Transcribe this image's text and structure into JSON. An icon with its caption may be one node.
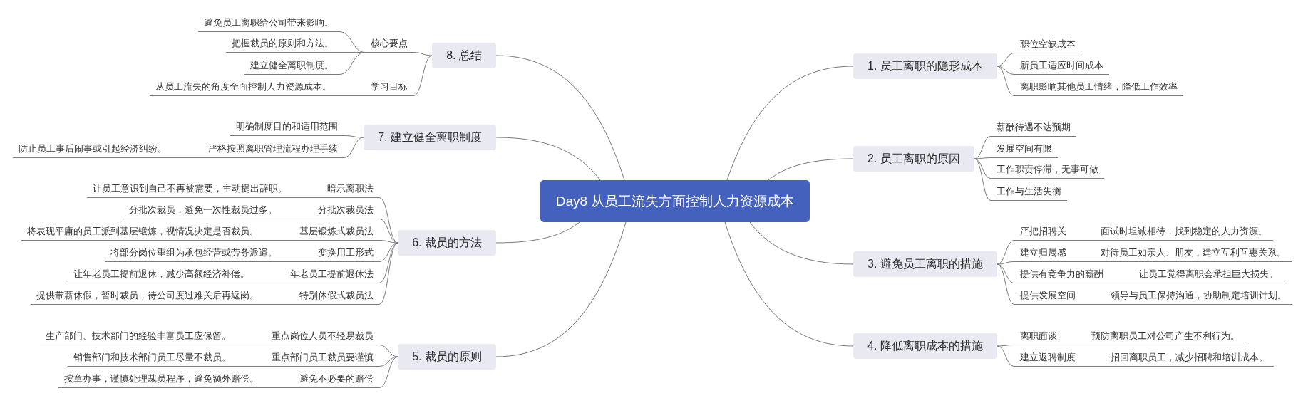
{
  "diagram": {
    "nodes": [
      {
        "text": [
          "Day8 从员工流失方面控制人力资源成本"
        ]
      },
      {
        "text": [
          "1. 员工离职的隐形成本"
        ]
      },
      {
        "text": [
          "职位空缺成本"
        ]
      },
      {
        "text": [
          "新员工适应时间成本"
        ]
      },
      {
        "text": [
          "离职影响其他员工情绪，降低工作效率"
        ]
      },
      {
        "text": [
          "2. 员工离职的原因"
        ]
      },
      {
        "text": [
          "薪酬待遇不达预期"
        ]
      },
      {
        "text": [
          "发展空间有限"
        ]
      },
      {
        "text": [
          "工作职责停滞，无事可做"
        ]
      },
      {
        "text": [
          "工作与生活失衡"
        ]
      },
      {
        "text": [
          "3. 避免员工离职的措施"
        ]
      },
      {
        "text": [
          "严把招聘关"
        ]
      },
      {
        "text": [
          "面试时坦诚相待，找到稳定的人力资源。"
        ]
      },
      {
        "text": [
          "建立归属感"
        ]
      },
      {
        "text": [
          "对待员工如亲人、朋友，建立互利互惠关系。"
        ]
      },
      {
        "text": [
          "提供有竞争力的薪酬"
        ]
      },
      {
        "text": [
          "让员工觉得离职会承担巨大损失。"
        ]
      },
      {
        "text": [
          "提供发展空间"
        ]
      },
      {
        "text": [
          "领导与员工保持沟通，协助制定培训计划。"
        ]
      },
      {
        "text": [
          "4. 降低离职成本的措施"
        ]
      },
      {
        "text": [
          "离职面谈"
        ]
      },
      {
        "text": [
          "预防离职员工对公司产生不利行为。"
        ]
      },
      {
        "text": [
          "建立返聘制度"
        ]
      },
      {
        "text": [
          "招回离职员工，减少招聘和培训成本。"
        ]
      },
      {
        "text": [
          "5. 裁员的原则"
        ]
      },
      {
        "text": [
          "重点岗位人员不轻易裁员"
        ]
      },
      {
        "text": [
          "生产部门、技术部门的经验丰富员工应保留。"
        ]
      },
      {
        "text": [
          "重点部门员工裁员要谨慎"
        ]
      },
      {
        "text": [
          "销售部门和技术部门员工尽量不裁员。"
        ]
      },
      {
        "text": [
          "避免不必要的赔偿"
        ]
      },
      {
        "text": [
          "按章办事，谨慎处理裁员程序，避免额外赔偿。"
        ]
      },
      {
        "text": [
          "6. 裁员的方法"
        ]
      },
      {
        "text": [
          "暗示离职法"
        ]
      },
      {
        "text": [
          "让员工意识到自己不再被需要，主动提出辞职。"
        ]
      },
      {
        "text": [
          "分批次裁员法"
        ]
      },
      {
        "text": [
          "分批次裁员，避免一次性裁员过多。"
        ]
      },
      {
        "text": [
          "基层锻炼式裁员法"
        ]
      },
      {
        "text": [
          "将表现平庸的员工派到基层锻炼，视情况决定是否裁员。"
        ]
      },
      {
        "text": [
          "变换用工形式"
        ]
      },
      {
        "text": [
          "将部分岗位重组为承包经营或劳务派遣。"
        ]
      },
      {
        "text": [
          "年老员工提前退休法"
        ]
      },
      {
        "text": [
          "让年老员工提前退休，减少高额经济补偿。"
        ]
      },
      {
        "text": [
          "特别休假式裁员法"
        ]
      },
      {
        "text": [
          "提供带薪休假，暂时裁员，待公司度过难关后再返岗。"
        ]
      },
      {
        "text": [
          "7. 建立健全离职制度"
        ]
      },
      {
        "text": [
          "明确制度目的和适用范围"
        ]
      },
      {
        "text": [
          "严格按照离职管理流程办理手续"
        ]
      },
      {
        "text": [
          "防止员工事后闹事或引起经济纠纷。"
        ]
      },
      {
        "text": [
          "8. 总结"
        ]
      },
      {
        "text": [
          "核心要点"
        ]
      },
      {
        "text": [
          "避免员工离职给公司带来影响。"
        ]
      },
      {
        "text": [
          "把握裁员的原则和方法。"
        ]
      },
      {
        "text": [
          "建立健全离职制度。"
        ]
      },
      {
        "text": [
          "学习目标"
        ]
      },
      {
        "text": [
          "从员工流失的角度全面控制人力资源成本。"
        ]
      }
    ],
    "edges": [
      {
        "from": 0,
        "to": 1,
        "arrow": "none"
      },
      {
        "from": 0,
        "to": 5,
        "arrow": "none"
      },
      {
        "from": 0,
        "to": 10,
        "arrow": "none"
      },
      {
        "from": 0,
        "to": 19,
        "arrow": "none"
      },
      {
        "from": 0,
        "to": 24,
        "arrow": "none"
      },
      {
        "from": 0,
        "to": 31,
        "arrow": "none"
      },
      {
        "from": 0,
        "to": 44,
        "arrow": "none"
      },
      {
        "from": 0,
        "to": 48,
        "arrow": "none"
      },
      {
        "from": 1,
        "to": 2,
        "arrow": "none"
      },
      {
        "from": 1,
        "to": 3,
        "arrow": "none"
      },
      {
        "from": 1,
        "to": 4,
        "arrow": "none"
      },
      {
        "from": 5,
        "to": 6,
        "arrow": "none"
      },
      {
        "from": 5,
        "to": 7,
        "arrow": "none"
      },
      {
        "from": 5,
        "to": 8,
        "arrow": "none"
      },
      {
        "from": 5,
        "to": 9,
        "arrow": "none"
      },
      {
        "from": 10,
        "to": 11,
        "arrow": "none"
      },
      {
        "from": 11,
        "to": 12,
        "arrow": "none"
      },
      {
        "from": 10,
        "to": 13,
        "arrow": "none"
      },
      {
        "from": 13,
        "to": 14,
        "arrow": "none"
      },
      {
        "from": 10,
        "to": 15,
        "arrow": "none"
      },
      {
        "from": 15,
        "to": 16,
        "arrow": "none"
      },
      {
        "from": 10,
        "to": 17,
        "arrow": "none"
      },
      {
        "from": 17,
        "to": 18,
        "arrow": "none"
      },
      {
        "from": 19,
        "to": 20,
        "arrow": "none"
      },
      {
        "from": 20,
        "to": 21,
        "arrow": "none"
      },
      {
        "from": 19,
        "to": 22,
        "arrow": "none"
      },
      {
        "from": 22,
        "to": 23,
        "arrow": "none"
      },
      {
        "from": 24,
        "to": 25,
        "arrow": "none"
      },
      {
        "from": 25,
        "to": 26,
        "arrow": "none"
      },
      {
        "from": 24,
        "to": 27,
        "arrow": "none"
      },
      {
        "from": 27,
        "to": 28,
        "arrow": "none"
      },
      {
        "from": 24,
        "to": 29,
        "arrow": "none"
      },
      {
        "from": 29,
        "to": 30,
        "arrow": "none"
      },
      {
        "from": 31,
        "to": 32,
        "arrow": "none"
      },
      {
        "from": 32,
        "to": 33,
        "arrow": "none"
      },
      {
        "from": 31,
        "to": 34,
        "arrow": "none"
      },
      {
        "from": 34,
        "to": 35,
        "arrow": "none"
      },
      {
        "from": 31,
        "to": 36,
        "arrow": "none"
      },
      {
        "from": 36,
        "to": 37,
        "arrow": "none"
      },
      {
        "from": 31,
        "to": 38,
        "arrow": "none"
      },
      {
        "from": 38,
        "to": 39,
        "arrow": "none"
      },
      {
        "from": 31,
        "to": 40,
        "arrow": "none"
      },
      {
        "from": 40,
        "to": 41,
        "arrow": "none"
      },
      {
        "from": 31,
        "to": 42,
        "arrow": "none"
      },
      {
        "from": 42,
        "to": 43,
        "arrow": "none"
      },
      {
        "from": 44,
        "to": 45,
        "arrow": "none"
      },
      {
        "from": 44,
        "to": 46,
        "arrow": "none"
      },
      {
        "from": 46,
        "to": 47,
        "arrow": "none"
      },
      {
        "from": 48,
        "to": 49,
        "arrow": "none"
      },
      {
        "from": 49,
        "to": 50,
        "arrow": "none"
      },
      {
        "from": 49,
        "to": 51,
        "arrow": "none"
      },
      {
        "from": 49,
        "to": 52,
        "arrow": "none"
      },
      {
        "from": 48,
        "to": 53,
        "arrow": "none"
      },
      {
        "from": 53,
        "to": 54,
        "arrow": "none"
      }
    ]
  }
}
